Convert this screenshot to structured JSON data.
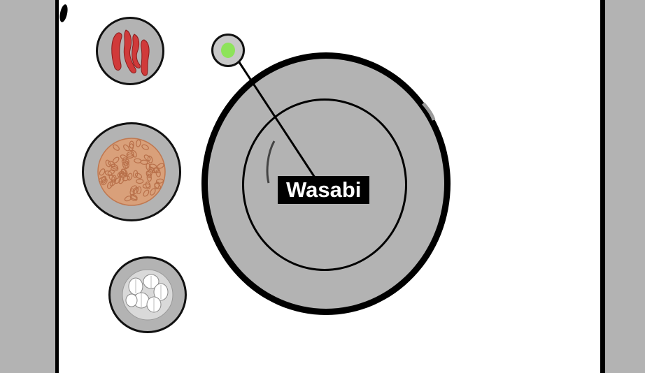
{
  "scene": {
    "background_color": "#b3b3b3",
    "board_color": "#ffffff"
  },
  "ingredients": [
    {
      "name": "chili-peppers",
      "icon": "chili-pepper-icon",
      "color": "#d03a3a"
    },
    {
      "name": "grains",
      "icon": "grain-icon",
      "color": "#d9a07a"
    },
    {
      "name": "garlic",
      "icon": "garlic-icon",
      "color": "#ffffff"
    }
  ],
  "plate": {
    "label": "Wasabi",
    "marker_color": "#8de35a"
  }
}
